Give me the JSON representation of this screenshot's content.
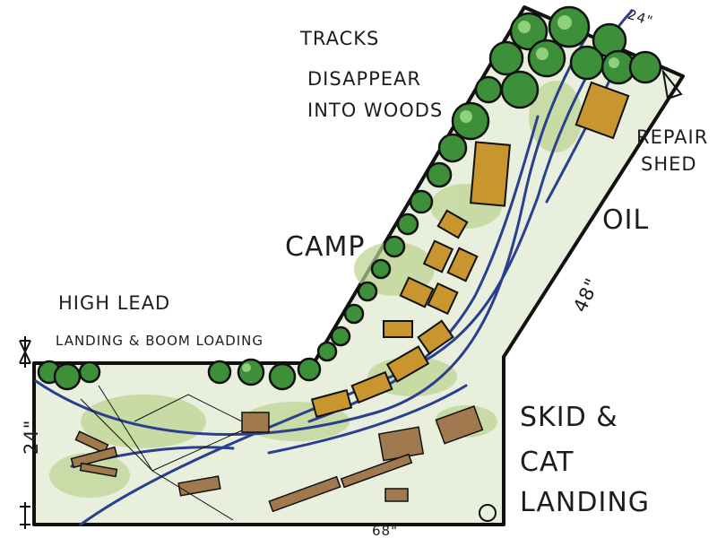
{
  "labels": {
    "tracks": [
      "TRACKS",
      "DISAPPEAR",
      "INTO WOODS"
    ],
    "camp": "CAMP",
    "repair": [
      "REPAIR",
      "SHED"
    ],
    "oil": "OIL",
    "high_lead": [
      "HIGH LEAD",
      "LANDING & BOOM LOADING"
    ],
    "skid": [
      "SKID &",
      "CAT",
      "LANDING"
    ]
  },
  "dimensions": {
    "top": "24\"",
    "side": "48\"",
    "left": "24\"",
    "bottom": "68\""
  },
  "colors": {
    "outline": "#111111",
    "track": "#2a3f8f",
    "ground": "#e7eedb",
    "grass": "#b7d08a",
    "tree": "#2f7a2f",
    "tree_light": "#7cc06a",
    "building": "#c9952e",
    "log": "#a0794f"
  }
}
